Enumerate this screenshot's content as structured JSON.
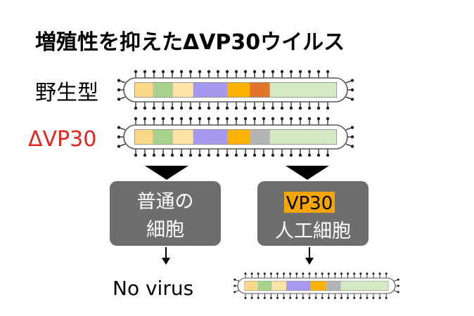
{
  "title": "増殖性を抑えたΔVP30ウイルス",
  "rows": {
    "wild_type_label": "野生型",
    "delta_label": "ΔVP30"
  },
  "boxes": {
    "normal_cell": [
      "普通の",
      "細胞"
    ],
    "vp30_label": "VP30",
    "artificial_cell": "人工細胞"
  },
  "result_label": "No virus",
  "colors": {
    "title": "#000000",
    "delta_label": "#e8231e",
    "box_fill": "#6e6e6e",
    "box_text": "#ffffff",
    "vp30_highlight": "#f5a500",
    "gene_yellow": "#fbd78a",
    "gene_green": "#a9d18e",
    "gene_cream": "#fde3a6",
    "gene_purple": "#a69af0",
    "gene_orange": "#fbb300",
    "gene_vp30": "#e3742b",
    "gene_light_green": "#d2e9c4",
    "gene_deleted": "#b4b4b4"
  },
  "genomes": {
    "wild_type": [
      "gene_yellow",
      "gene_green",
      "gene_cream",
      "gene_purple",
      "gene_orange",
      "gene_vp30",
      "gene_light_green"
    ],
    "delta": [
      "gene_yellow",
      "gene_green",
      "gene_cream",
      "gene_purple",
      "gene_orange",
      "gene_deleted",
      "gene_light_green"
    ]
  }
}
